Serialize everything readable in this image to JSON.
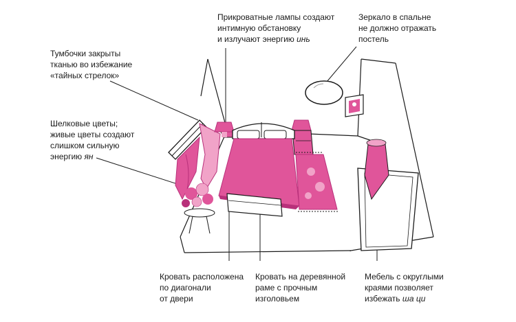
{
  "colors": {
    "pink": "#e0559a",
    "pink_light": "#f1a3c8",
    "pink_dark": "#b8307a",
    "ink": "#1a1a1a",
    "wood": "#ffffff"
  },
  "callouts": {
    "bedside_lamps": {
      "lines": [
        "Прикроватные лампы создают",
        "интимную обстановку",
        "и излучают энергию "
      ],
      "italic": "инь"
    },
    "mirror": {
      "lines": [
        "Зеркало в спальне",
        "не должно отражать",
        "постель"
      ]
    },
    "nightstands": {
      "lines": [
        "Тумбочки закрыты",
        "тканью во избежание",
        "«тайных стрелок»"
      ]
    },
    "flowers": {
      "lines": [
        "Шелковые цветы;",
        "живые цветы создают",
        "слишком сильную",
        "энергию "
      ],
      "italic": "ян"
    },
    "bed_diagonal": {
      "lines": [
        "Кровать расположена",
        "по диагонали",
        "от двери"
      ]
    },
    "bed_frame": {
      "lines": [
        "Кровать на деревянной",
        "раме с прочным",
        "изголовьем"
      ]
    },
    "furniture": {
      "lines": [
        "Мебель с округлыми",
        "краями позволяет",
        "избежать "
      ],
      "italic": "ша ци"
    }
  },
  "icons": [
    "bed-icon",
    "lamp-icon",
    "mirror-icon",
    "picture-frame-icon",
    "rug-icon",
    "window-icon",
    "flower-vase-icon",
    "door-icon",
    "bench-icon"
  ]
}
